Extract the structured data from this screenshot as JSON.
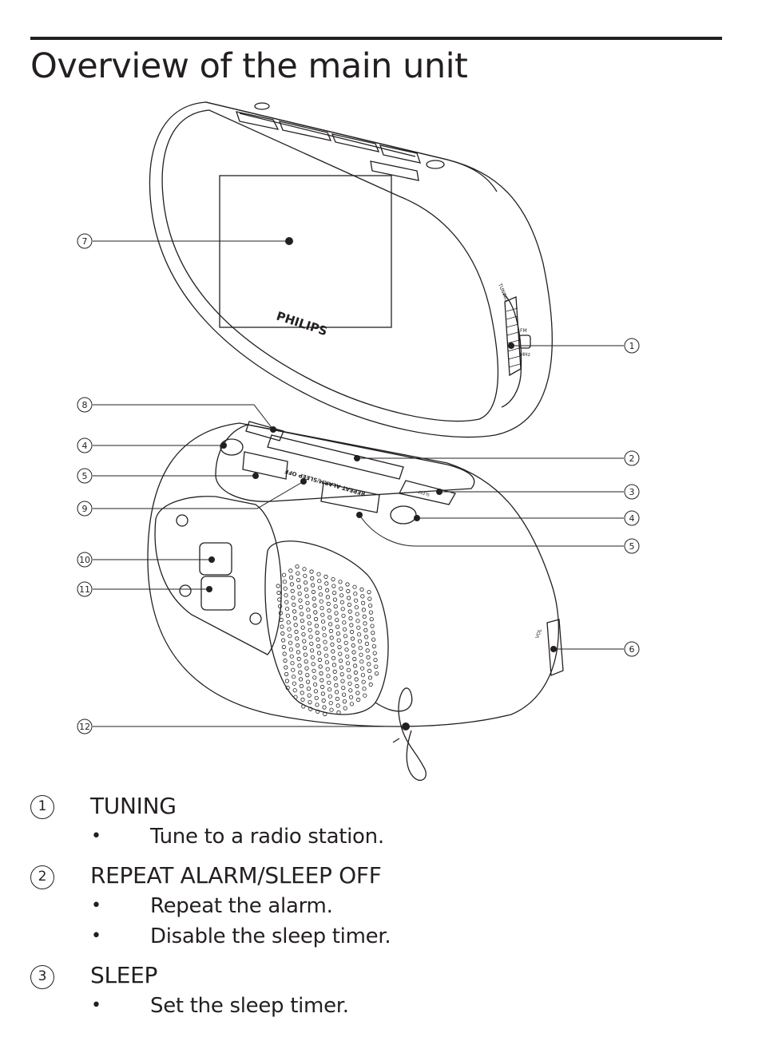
{
  "page": {
    "title": "Overview of the main unit"
  },
  "diagram": {
    "brand": "PHILIPS",
    "printed_labels": {
      "tuning": "TUNING",
      "fm": "FM",
      "mhz": "MHz",
      "repeat_alarm": "REPEAT ALARM/SLEEP OFF",
      "sleep": "SLEEP",
      "vol": "VOL"
    },
    "callouts": [
      "1",
      "2",
      "3",
      "4",
      "5",
      "6",
      "7",
      "8",
      "9",
      "10",
      "11",
      "12"
    ]
  },
  "legend": [
    {
      "number": "1",
      "label": "TUNING",
      "bullets": [
        "Tune to a radio station."
      ]
    },
    {
      "number": "2",
      "label": "REPEAT ALARM/SLEEP OFF",
      "bullets": [
        "Repeat the alarm.",
        "Disable the sleep timer."
      ]
    },
    {
      "number": "3",
      "label": "SLEEP",
      "bullets": [
        "Set the sleep timer."
      ]
    }
  ]
}
